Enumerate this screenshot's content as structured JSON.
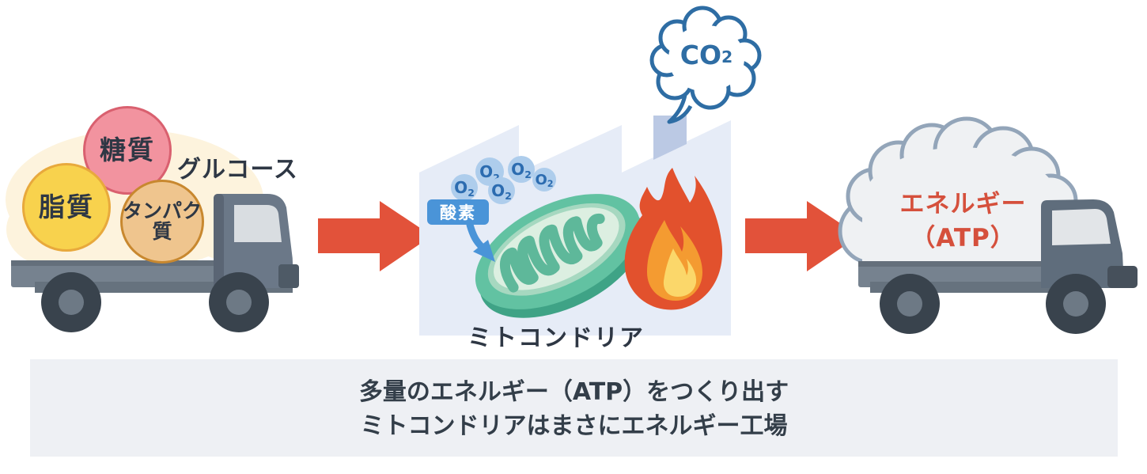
{
  "left_truck": {
    "annotation": "グルコース",
    "nutrients": [
      {
        "label": "糖質"
      },
      {
        "label": "脂質"
      },
      {
        "label_top": "タンパク",
        "label_bottom": "質"
      }
    ]
  },
  "factory": {
    "co2": {
      "main": "CO",
      "sub": "2"
    },
    "o2": {
      "main": "O",
      "sub": "2"
    },
    "o2_bubble_count": 5,
    "oxygen_label": "酸素",
    "caption": "ミトコンドリア"
  },
  "energy_truck": {
    "cargo_line1": "エネルギー",
    "cargo_line2": "（ATP）"
  },
  "caption": {
    "line1": "多量のエネルギー（ATP）をつくり出す",
    "line2": "ミトコンドリアはまさにエネルギー工場"
  },
  "colors": {
    "arrow_red": "#e2523a",
    "factory_body": "#e6ecf7",
    "chimney": "#bbc9e4",
    "blue_outline": "#2e6da4",
    "o2_bubble": "#aecdec",
    "oxygen_label_bg": "#4a94d8",
    "mitochondria_green": "#62c2a2",
    "flame_red": "#e2512d",
    "flame_orange": "#f49b31",
    "flame_yellow": "#fbd76a",
    "energy_text_red": "#d5503c",
    "truck_gray": "#76828f",
    "nutrient_pink": "#f2939f",
    "nutrient_yellow": "#f8d24d",
    "nutrient_tan": "#efc58e",
    "cream_cloud": "#fdf3dd",
    "caption_bg": "#eef0f4",
    "text_dark": "#2e3744"
  }
}
